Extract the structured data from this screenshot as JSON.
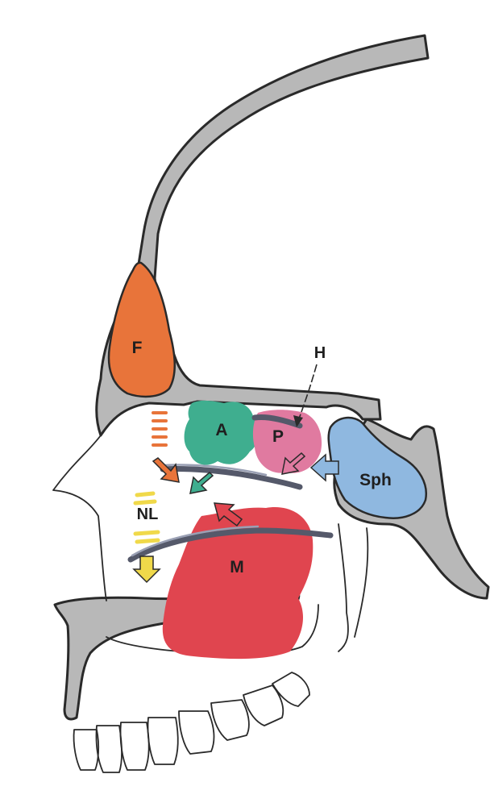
{
  "labels": {
    "frontal": "F",
    "anterior_ethmoid": "A",
    "posterior_ethmoid": "P",
    "hiatus": "H",
    "sphenoid": "Sph",
    "nasolacrimal": "NL",
    "maxillary": "M"
  },
  "colors": {
    "frontal_sinus": "#e8743a",
    "anterior_ethmoid": "#3fae8f",
    "posterior_ethmoid": "#e07aa0",
    "sphenoid_sinus": "#8fb8e0",
    "maxillary_sinus": "#e0454f",
    "nasolacrimal_duct": "#f0d94a",
    "bone_fill": "#b8b8b8",
    "bone_outline": "#2a2a2a",
    "turbinate": "#55596a"
  },
  "icons": {
    "frontal_arrow": "arrow-down-right-icon",
    "ethmoid_arrow": "arrow-down-left-icon",
    "posterior_arrow": "arrow-down-left-icon",
    "sphenoid_arrow": "arrow-left-icon",
    "maxillary_arrow": "arrow-up-left-icon",
    "nasolacrimal_arrow": "arrow-down-icon"
  }
}
